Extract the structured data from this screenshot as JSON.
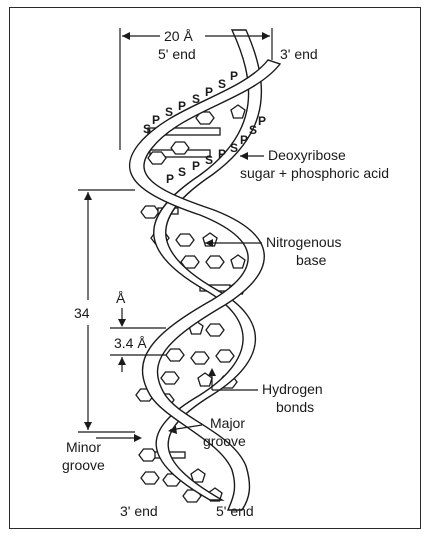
{
  "labels": {
    "width": "20 Å",
    "top_left_end": "5' end",
    "top_right_end": "3' end",
    "backbone_1": "Deoxyribose",
    "backbone_2": "sugar + phosphoric acid",
    "base_1": "Nitrogenous",
    "base_2": "base",
    "pitch": "34",
    "pitch_unit": "Å",
    "rise": "3.4 Å",
    "hbond_1": "Hydrogen",
    "hbond_2": "bonds",
    "major_1": "Major",
    "major_2": "groove",
    "minor_1": "Minor",
    "minor_2": "groove",
    "bottom_left_end": "3' end",
    "bottom_right_end": "5' end"
  },
  "backbone_letters": [
    "P",
    "S",
    "P",
    "S",
    "P",
    "S",
    "P",
    "S",
    "P",
    "S",
    "P",
    "S",
    "P",
    "S",
    "P",
    "S",
    "P"
  ],
  "colors": {
    "ink": "#1a1a1a",
    "paper": "#ffffff"
  }
}
